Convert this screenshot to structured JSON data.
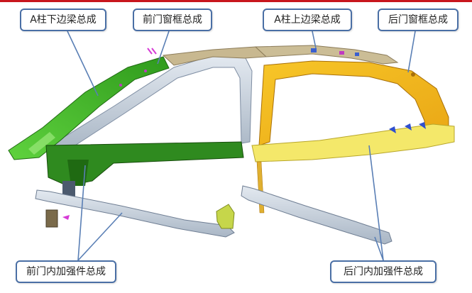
{
  "labels": {
    "a_pillar_lower": "A柱下边梁总成",
    "front_window_frame": "前门窗框总成",
    "a_pillar_upper": "A柱上边梁总成",
    "rear_window_frame": "后门窗框总成",
    "front_inner_reinforcement": "前门内加强件总成",
    "rear_inner_reinforcement": "后门内加强件总成"
  },
  "colors": {
    "accent_bar": "#c8161d",
    "callout_border": "#4a6fa5",
    "leader_line": "#5a7fb5",
    "part_green": "#3dbb2a",
    "part_dark_green": "#2f7a1f",
    "part_yellow": "#f2bd1c",
    "part_light_yellow": "#f4e86a",
    "part_grey": "#c9d3df",
    "part_tan": "#c8b890"
  }
}
